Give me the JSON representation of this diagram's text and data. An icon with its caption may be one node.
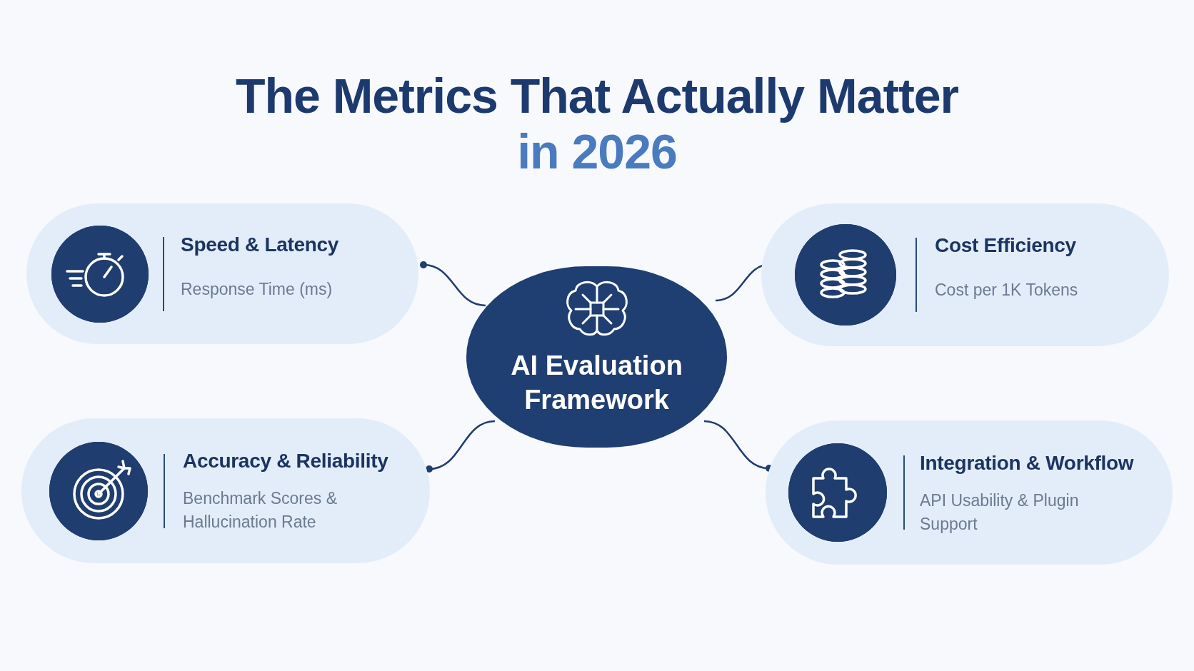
{
  "diagram": {
    "title": "The Metrics That Actually Matter",
    "nodes": [
      {
        "text": [
          "Speed & Latency",
          "Response Time (ms)"
        ]
      },
      {
        "text": [
          "Cost Efficiency",
          "Cost per 1K Tokens"
        ]
      },
      {
        "text": [
          "AI Evaluation Framework"
        ]
      },
      {
        "text": [
          "Accuracy & Reliability",
          "Benchmark Scores & Hallucination Rate"
        ]
      },
      {
        "text": [
          "Integration & Workflow",
          "API Usability & Plugin Support"
        ]
      }
    ],
    "edges": [
      {
        "from": 2,
        "to": 0,
        "arrow": "other"
      },
      {
        "from": 2,
        "to": 1,
        "arrow": "other"
      },
      {
        "from": 2,
        "to": 3,
        "arrow": "other"
      },
      {
        "from": 2,
        "to": 4,
        "arrow": "other"
      }
    ],
    "labels": [
      "in 2026"
    ]
  }
}
